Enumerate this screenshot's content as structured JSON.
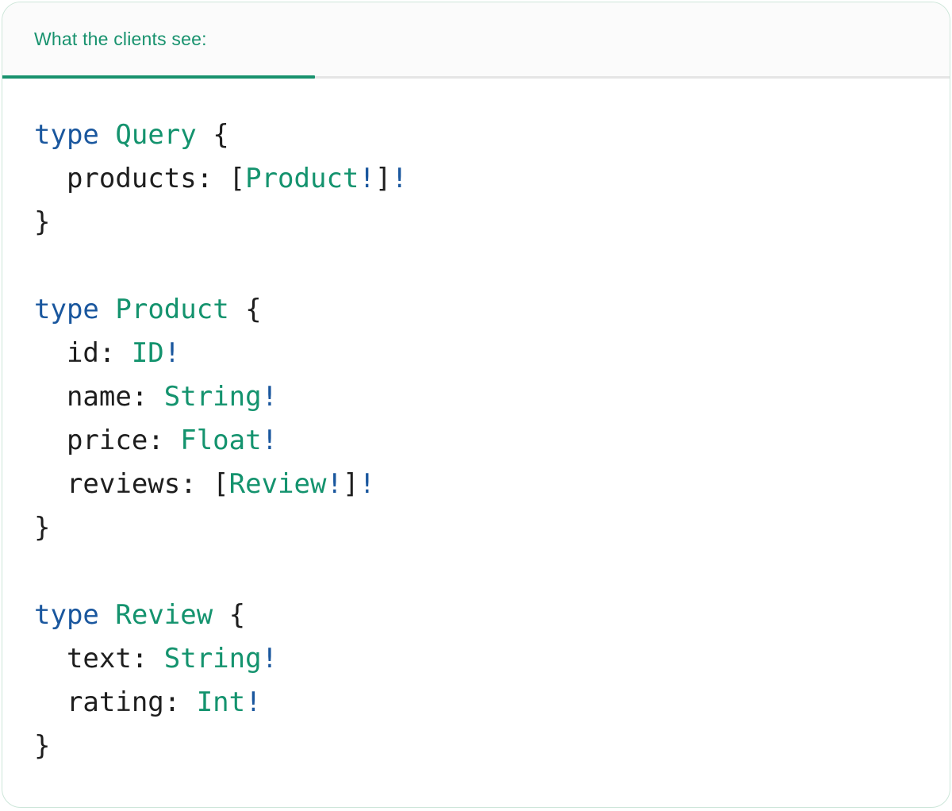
{
  "tab": {
    "label": "What the clients see:"
  },
  "colors": {
    "tab_green": "#18926e",
    "tab_inactive_divider": "#e5e5e5",
    "keyword_blue": "#1a579e",
    "type_green": "#14936e",
    "bang_blue": "#1a579e",
    "plain_text": "#1e1e1e",
    "card_border": "#cde6d9",
    "header_background": "#fbfbfb"
  },
  "code": {
    "language": "graphql",
    "plain_text": "type Query {\n  products: [Product!]!\n}\n\ntype Product {\n  id: ID!\n  name: String!\n  price: Float!\n  reviews: [Review!]!\n}\n\ntype Review {\n  text: String!\n  rating: Int!\n}",
    "lines": [
      [
        {
          "t": "type",
          "c": "kw"
        },
        {
          "t": " ",
          "c": "pl"
        },
        {
          "t": "Query",
          "c": "ty"
        },
        {
          "t": " {",
          "c": "pl"
        }
      ],
      [
        {
          "t": "  products: [",
          "c": "pl"
        },
        {
          "t": "Product",
          "c": "ty"
        },
        {
          "t": "!",
          "c": "bg"
        },
        {
          "t": "]",
          "c": "pl"
        },
        {
          "t": "!",
          "c": "bg"
        }
      ],
      [
        {
          "t": "}",
          "c": "pl"
        }
      ],
      [],
      [
        {
          "t": "type",
          "c": "kw"
        },
        {
          "t": " ",
          "c": "pl"
        },
        {
          "t": "Product",
          "c": "ty"
        },
        {
          "t": " {",
          "c": "pl"
        }
      ],
      [
        {
          "t": "  id: ",
          "c": "pl"
        },
        {
          "t": "ID",
          "c": "ty"
        },
        {
          "t": "!",
          "c": "bg"
        }
      ],
      [
        {
          "t": "  name: ",
          "c": "pl"
        },
        {
          "t": "String",
          "c": "ty"
        },
        {
          "t": "!",
          "c": "bg"
        }
      ],
      [
        {
          "t": "  price: ",
          "c": "pl"
        },
        {
          "t": "Float",
          "c": "ty"
        },
        {
          "t": "!",
          "c": "bg"
        }
      ],
      [
        {
          "t": "  reviews: [",
          "c": "pl"
        },
        {
          "t": "Review",
          "c": "ty"
        },
        {
          "t": "!",
          "c": "bg"
        },
        {
          "t": "]",
          "c": "pl"
        },
        {
          "t": "!",
          "c": "bg"
        }
      ],
      [
        {
          "t": "}",
          "c": "pl"
        }
      ],
      [],
      [
        {
          "t": "type",
          "c": "kw"
        },
        {
          "t": " ",
          "c": "pl"
        },
        {
          "t": "Review",
          "c": "ty"
        },
        {
          "t": " {",
          "c": "pl"
        }
      ],
      [
        {
          "t": "  text: ",
          "c": "pl"
        },
        {
          "t": "String",
          "c": "ty"
        },
        {
          "t": "!",
          "c": "bg"
        }
      ],
      [
        {
          "t": "  rating: ",
          "c": "pl"
        },
        {
          "t": "Int",
          "c": "ty"
        },
        {
          "t": "!",
          "c": "bg"
        }
      ],
      [
        {
          "t": "}",
          "c": "pl"
        }
      ]
    ]
  }
}
